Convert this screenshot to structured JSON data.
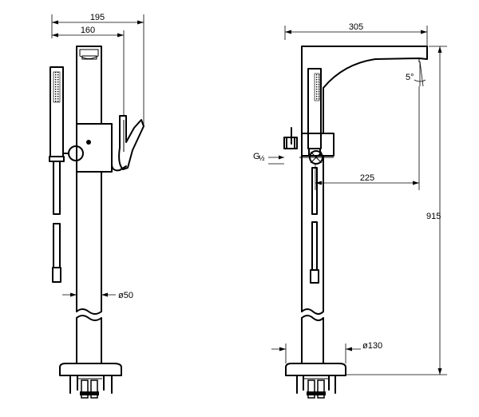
{
  "dimensions": {
    "left_view": {
      "overall_width": "195",
      "handle_width": "160",
      "column_diameter": "ø50"
    },
    "right_view": {
      "spout_reach": "305",
      "spout_angle": "5°",
      "inlet_thread_main": "G",
      "inlet_thread_frac": "½",
      "inlet_to_axis": "225",
      "total_height": "915",
      "base_diameter": "ø130"
    }
  }
}
